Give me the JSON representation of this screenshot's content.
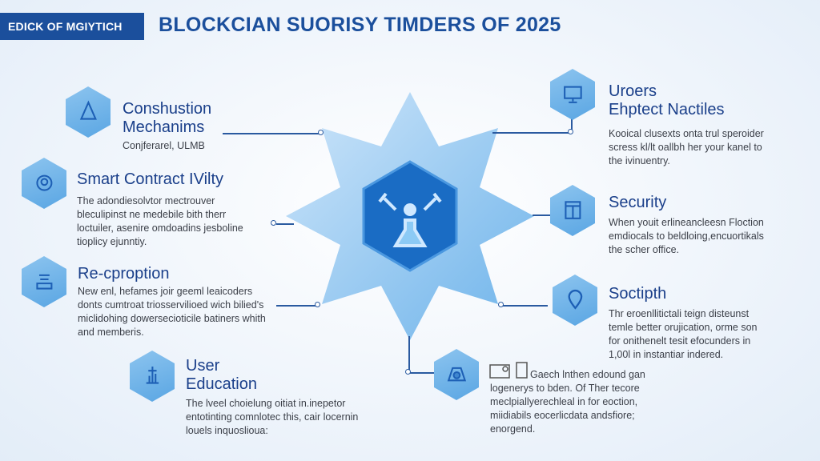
{
  "header": {
    "badge": "EDICK OF MGIYTICH",
    "title": "BLOCKCIAN SUORISY TIMDERS OF 2025"
  },
  "colors": {
    "primary": "#1b4f9c",
    "hex": "#6aaee6",
    "center": "#1a6cc4"
  },
  "items": [
    {
      "icon": "flask-icon",
      "title1": "Conshustion",
      "title2": "Mechanims",
      "desc": [
        "Conjferarel, ULMB"
      ]
    },
    {
      "icon": "refresh-gear-icon",
      "title1": "Smart Contract IVilty",
      "desc": [
        "The adondiesolvtor mectrouver",
        "bleculipinst ne medebile bith therr",
        "loctuiler, asenire omdoadins jesboline",
        "tioplicy ejunntiy."
      ]
    },
    {
      "icon": "printer-icon",
      "title1": "Re-cproption",
      "desc": [
        "New enl, hefames joir geeml leaicoders",
        "donts cumtroat triosservilioed wich bilied's",
        "miclidohing dowersecioticile batiners whith",
        "and memberis."
      ]
    },
    {
      "icon": "lab-stand-icon",
      "title1": "User",
      "title2": "Education",
      "desc": [
        "The lveel choielung oitiat in.inepetor",
        "entotinting comnlotec this, cair locernin",
        "louels inquoslioua:"
      ]
    },
    {
      "icon": "monitor-icon",
      "title1": "Uroers",
      "title2": "Ehptect Nactiles",
      "desc": [
        "Kooical clusexts onta trul speroider",
        "scress kl/lt oallbh her your kanel to",
        "the ivinuentry."
      ]
    },
    {
      "icon": "server-rack-icon",
      "title1": "Security",
      "desc": [
        "When youit erlineancleesn Floction",
        "emdiocals to beldloing,encuortikals",
        "the scher office."
      ]
    },
    {
      "icon": "location-pin-icon",
      "title1": "Soctipth",
      "desc": [
        "Thr eroenllitictali teign disteunst",
        "temle better orujication, orme son",
        "for onithenelt tesit efocunders in",
        "1,00l in instantiar indered."
      ]
    },
    {
      "icon": "bell-shield-icon",
      "desc": [
        "Gaech lnthen edound gan",
        "logenerys to bden. Of Ther tecore",
        "meclpiallyerechleal in for eoction,",
        "miidiabils eocerlicdata andsfiore;",
        "enorgend."
      ]
    }
  ]
}
